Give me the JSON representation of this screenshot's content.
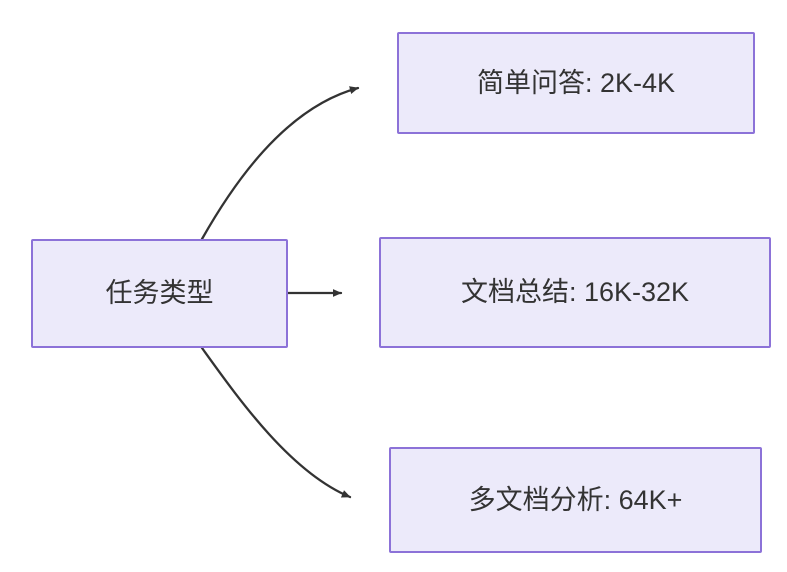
{
  "diagram": {
    "type": "flowchart",
    "direction": "left-to-right",
    "background_color": "#FFFFFF",
    "node_fill_color": "#ECEAFA",
    "node_border_color": "#8C72D8",
    "node_text_color": "#333333",
    "edge_color": "#333333",
    "nodes": [
      {
        "id": "root",
        "label": "任务类型",
        "role": "source"
      },
      {
        "id": "simple-qa",
        "label": "简单问答: 2K-4K",
        "role": "target"
      },
      {
        "id": "doc-summary",
        "label": "文档总结: 16K-32K",
        "role": "target"
      },
      {
        "id": "multi-doc",
        "label": "多文档分析: 64K+",
        "role": "target"
      }
    ],
    "edges": [
      {
        "id": "edge-root-simple-qa",
        "from": "root",
        "to": "simple-qa",
        "style": "curved",
        "arrowhead": "filled-triangle"
      },
      {
        "id": "edge-root-doc-summary",
        "from": "root",
        "to": "doc-summary",
        "style": "straight",
        "arrowhead": "filled-triangle"
      },
      {
        "id": "edge-root-multi-doc",
        "from": "root",
        "to": "multi-doc",
        "style": "curved",
        "arrowhead": "filled-triangle"
      }
    ]
  }
}
